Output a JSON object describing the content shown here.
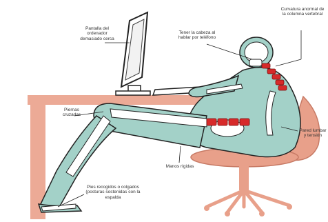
{
  "colors": {
    "body": "#a3d1c8",
    "desk": "#ecaa96",
    "chair": "#e8a08a",
    "spine_red": "#d72a2a",
    "bone": "#ffffff",
    "outline": "#222222"
  },
  "labels": {
    "screen": "Pantalla del ordenador demasiado cerca",
    "neck": "Tener la cabeza al hablar por teléfono",
    "spine_curve": "Curvatura anormal de la columna vertebral",
    "crossed_legs": "Piernas cruzadas",
    "rigid_hands": "Manos rígidas",
    "back_tension": "Pared lumbar y tensión",
    "feet": "Pies recogidos o colgados (posturas sostenidas con la espalda"
  }
}
